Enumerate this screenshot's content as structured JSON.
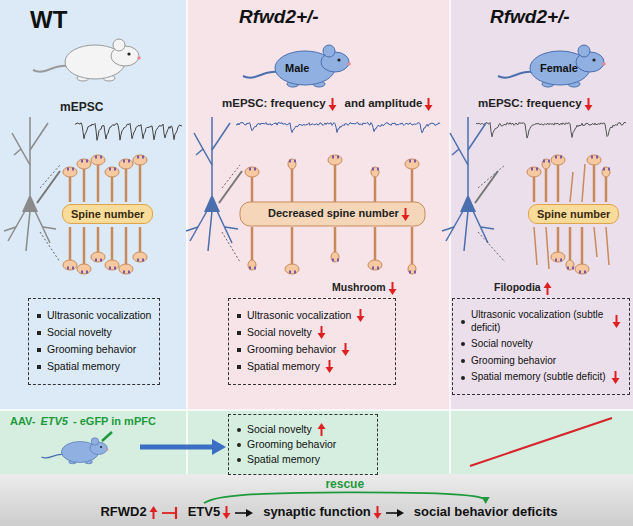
{
  "diagram": {
    "nodes": [
      {
        "text": [
          "WT"
        ]
      },
      {
        "text": [
          "Spine number"
        ],
        "in": 0
      },
      {
        "text": [
          "Ultrasonic vocalization",
          "Social novelty",
          "Grooming behavior",
          "Spatial memory"
        ],
        "in": 0
      },
      {
        "text": [
          "Rfwd2+/-"
        ]
      },
      {
        "text": [
          "Ultrasonic vocalization",
          "Social novelty",
          "Grooming behavior",
          "Spatial memory"
        ],
        "in": 3
      },
      {
        "text": [
          "Rfwd2+/-"
        ]
      },
      {
        "text": [
          "Spine number"
        ],
        "in": 5
      },
      {
        "text": [
          "Ultrasonic vocalization (subtle deficit)",
          "Social novelty",
          "Grooming behavior",
          "Spatial memory (subtle deficit)"
        ],
        "in": 5
      },
      {
        "text": [
          "Social novelty",
          "Grooming behavior",
          "Spatial memory"
        ]
      }
    ],
    "labels": [
      "mEPSC",
      "Male",
      "mEPSC: frequency",
      "and amplitude",
      "Decreased spine number",
      "Mushroom",
      "Female",
      "mEPSC: frequency",
      "Filopodia",
      "AAV-",
      "ETV5",
      "- eGFP in mPFC",
      "rescue",
      "RFWD2",
      "ETV5",
      "synaptic function",
      "social behavior deficits"
    ]
  }
}
